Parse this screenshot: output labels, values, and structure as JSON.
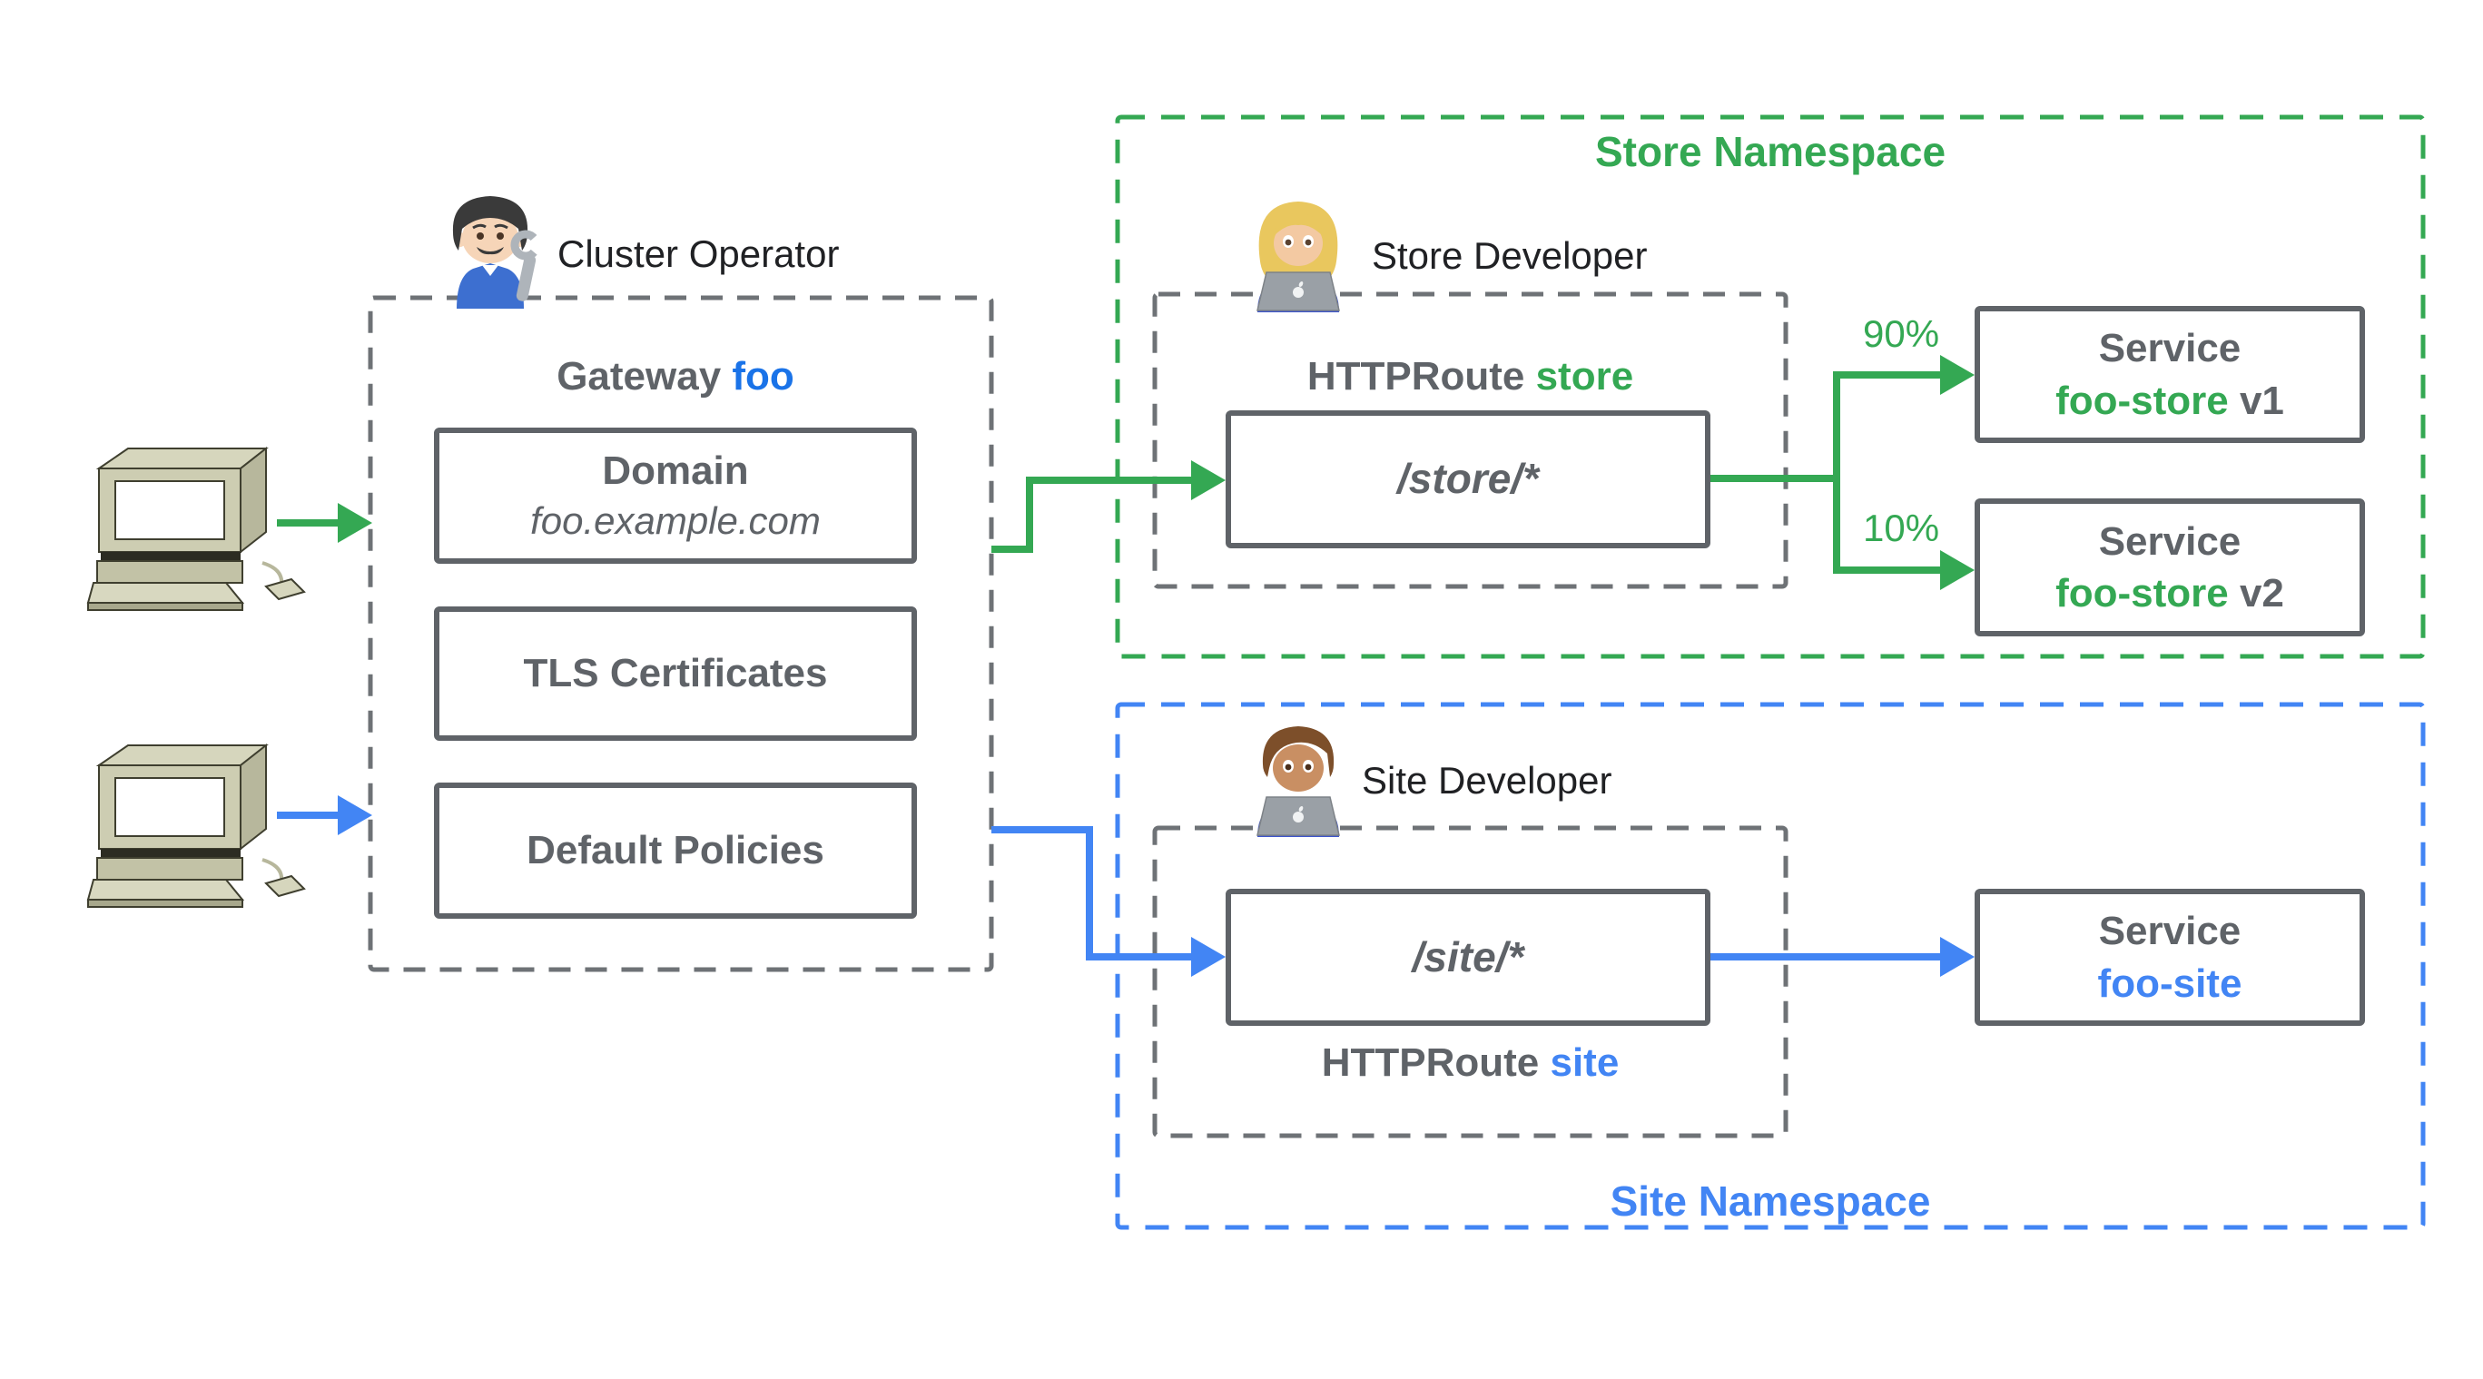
{
  "colors": {
    "green": "#34a853",
    "blue": "#4285f4",
    "deep_blue": "#1a73e8",
    "gray_text": "#5f6368",
    "black_text": "#202124",
    "box_border": "#5f6368",
    "dash_gray": "#6e7276"
  },
  "clients": {
    "client_top_icon": "retro-desktop-computer",
    "client_bottom_icon": "retro-desktop-computer"
  },
  "operator": {
    "icon": "man-mechanic-emoji",
    "label": "Cluster Operator"
  },
  "gateway": {
    "title_prefix": "Gateway ",
    "title_name": "foo",
    "boxes": [
      {
        "title": "Domain",
        "subtitle": "foo.example.com"
      },
      {
        "title": "TLS Certificates"
      },
      {
        "title": "Default Policies"
      }
    ]
  },
  "store": {
    "label": "Store Namespace",
    "developer_icon": "woman-technologist-emoji",
    "developer_label": "Store Developer",
    "route_prefix": "HTTPRoute ",
    "route_name": "store",
    "route_path": "/store/*",
    "weight_v1": "90%",
    "weight_v2": "10%",
    "services": [
      {
        "prefix": "Service",
        "name": "foo-store",
        "version": " v1"
      },
      {
        "prefix": "Service",
        "name": "foo-store",
        "version": " v2"
      }
    ]
  },
  "site": {
    "label": "Site Namespace",
    "developer_icon": "man-technologist-emoji",
    "developer_label": "Site Developer",
    "route_prefix": "HTTPRoute ",
    "route_name": "site",
    "route_path": "/site/*",
    "service": {
      "prefix": "Service",
      "name": "foo-site"
    }
  }
}
